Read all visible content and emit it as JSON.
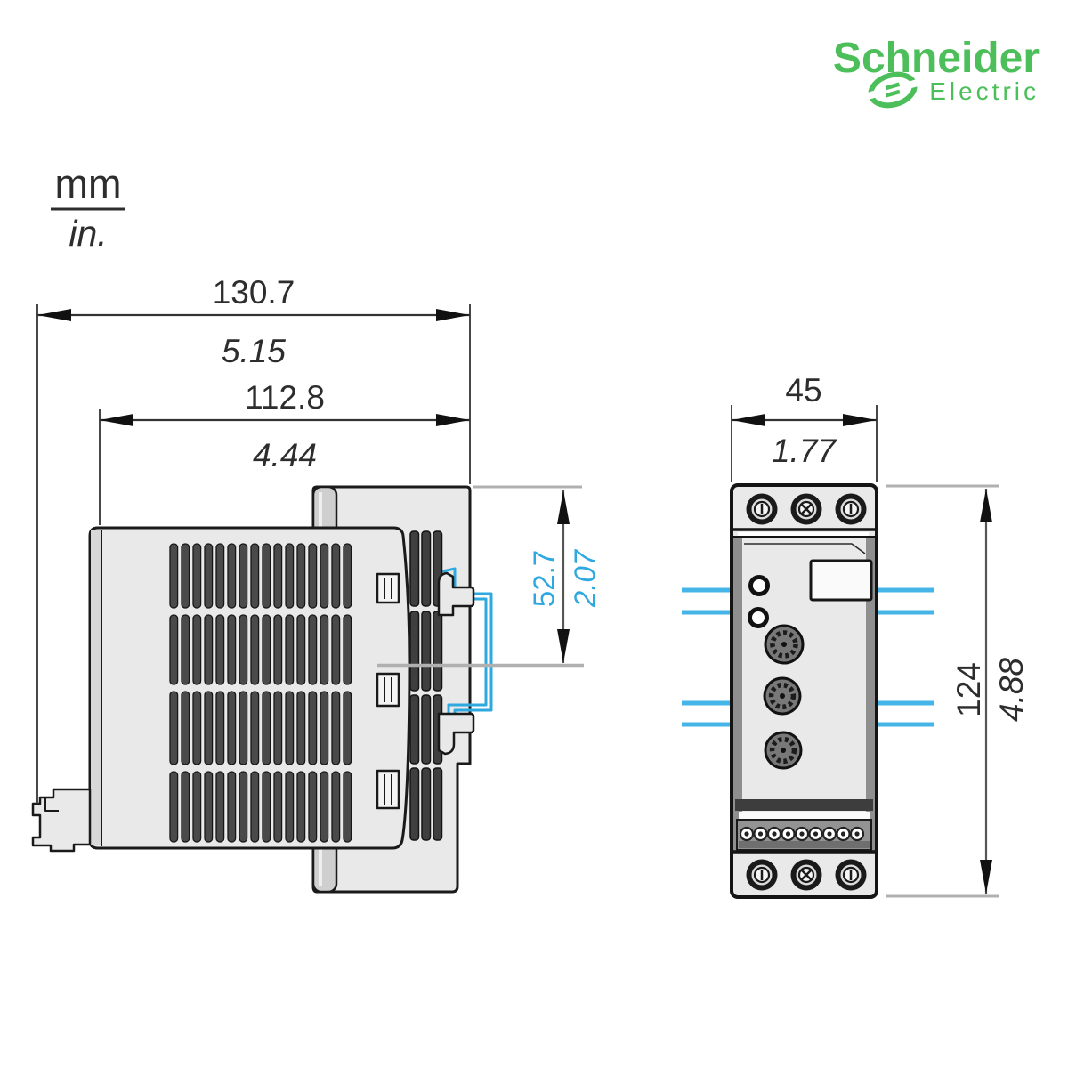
{
  "brand": {
    "name": "Schneider",
    "tagline": "Electric"
  },
  "unit_legend": {
    "numerator": "mm",
    "denominator": "in."
  },
  "dimensions": {
    "overall_depth": {
      "mm": "130.7",
      "in": "5.15"
    },
    "body_depth": {
      "mm": "112.8",
      "in": "4.44"
    },
    "width": {
      "mm": "45",
      "in": "1.77"
    },
    "height": {
      "mm": "124",
      "in": "4.88"
    },
    "rail_center_offset": {
      "mm": "52.7",
      "in": "2.07"
    }
  },
  "colors": {
    "accent_blue": "#2fa8e0",
    "wire_blue": "#45b5e8",
    "brand_green": "#4cbf5a",
    "outline_dark": "#1a1a1a",
    "fill_light": "#e9e9e9"
  }
}
